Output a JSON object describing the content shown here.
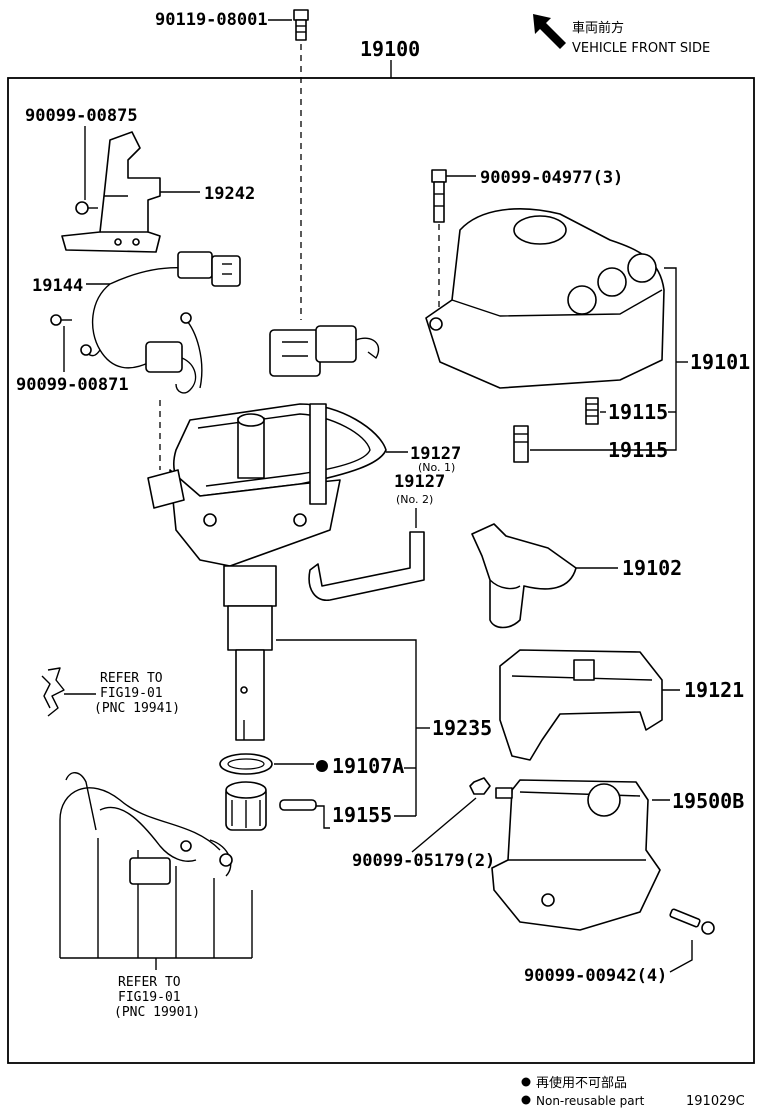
{
  "header": {
    "top_bolt": "90119-08001",
    "assembly": "19100",
    "front_jp": "車両前方",
    "front_en": "VEHICLE FRONT SIDE"
  },
  "callouts": {
    "p90099_00875": "90099-00875",
    "p19242": "19242",
    "p19144": "19144",
    "p90099_00871": "90099-00871",
    "p90099_04977": "90099-04977(3)",
    "p19101": "19101",
    "p19115_a": "19115",
    "p19115_b": "19115",
    "p19127_1": "19127",
    "p19127_1_sub": "(No. 1)",
    "p19127_2": "19127",
    "p19127_2_sub": "(No. 2)",
    "p19102": "19102",
    "p19121": "19121",
    "p19235": "19235",
    "p19107A": "19107A",
    "p19155": "19155",
    "p19500B": "19500B",
    "p90099_05179": "90099-05179(2)",
    "p90099_00942": "90099-00942(4)"
  },
  "refer_1": {
    "line1": "REFER TO",
    "line2": "FIG19-01",
    "line3": "(PNC 19941)"
  },
  "refer_2": {
    "line1": "REFER TO",
    "line2": "FIG19-01",
    "line3": "(PNC 19901)"
  },
  "legend": {
    "bullet_jp": "再使用不可部品",
    "bullet_en": "Non-reusable part",
    "figure_code": "191029C"
  }
}
